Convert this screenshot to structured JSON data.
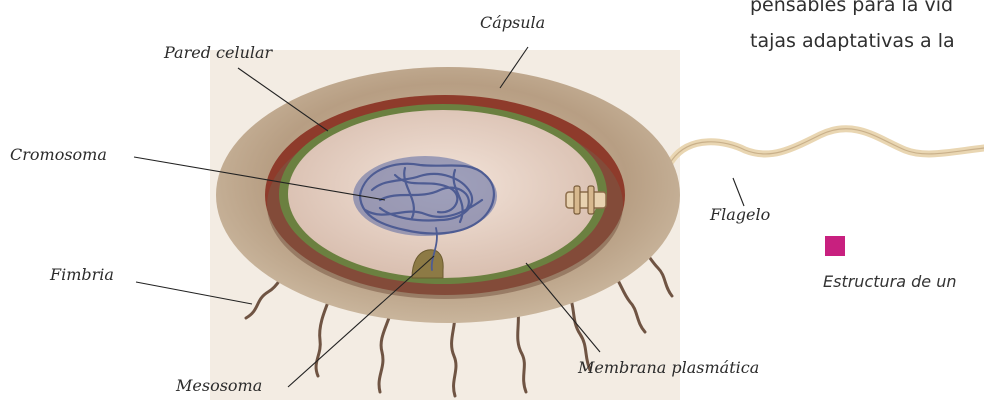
{
  "body_text": {
    "line1": "pensables para la vid",
    "line2": "tajas adaptativas a la"
  },
  "labels": {
    "capsula": "Cápsula",
    "pared_celular": "Pared celular",
    "cromosoma": "Cromosoma",
    "flagelo": "Flagelo",
    "fimbria": "Fimbria",
    "mesosoma": "Mesosoma",
    "membrana_plasmatica": "Membrana plasmática"
  },
  "caption": {
    "text": "Estructura de un",
    "swatch_color": "#c8207f"
  },
  "colors": {
    "capsule": "#b79e83",
    "cell_wall": "#8e3b2b",
    "membrane": "#6b8040",
    "cytoplasm": "#e8d3c6",
    "chromosome": "#4e5c93",
    "flagellum": "#e9d6b2",
    "fimbria": "#6f5443"
  }
}
